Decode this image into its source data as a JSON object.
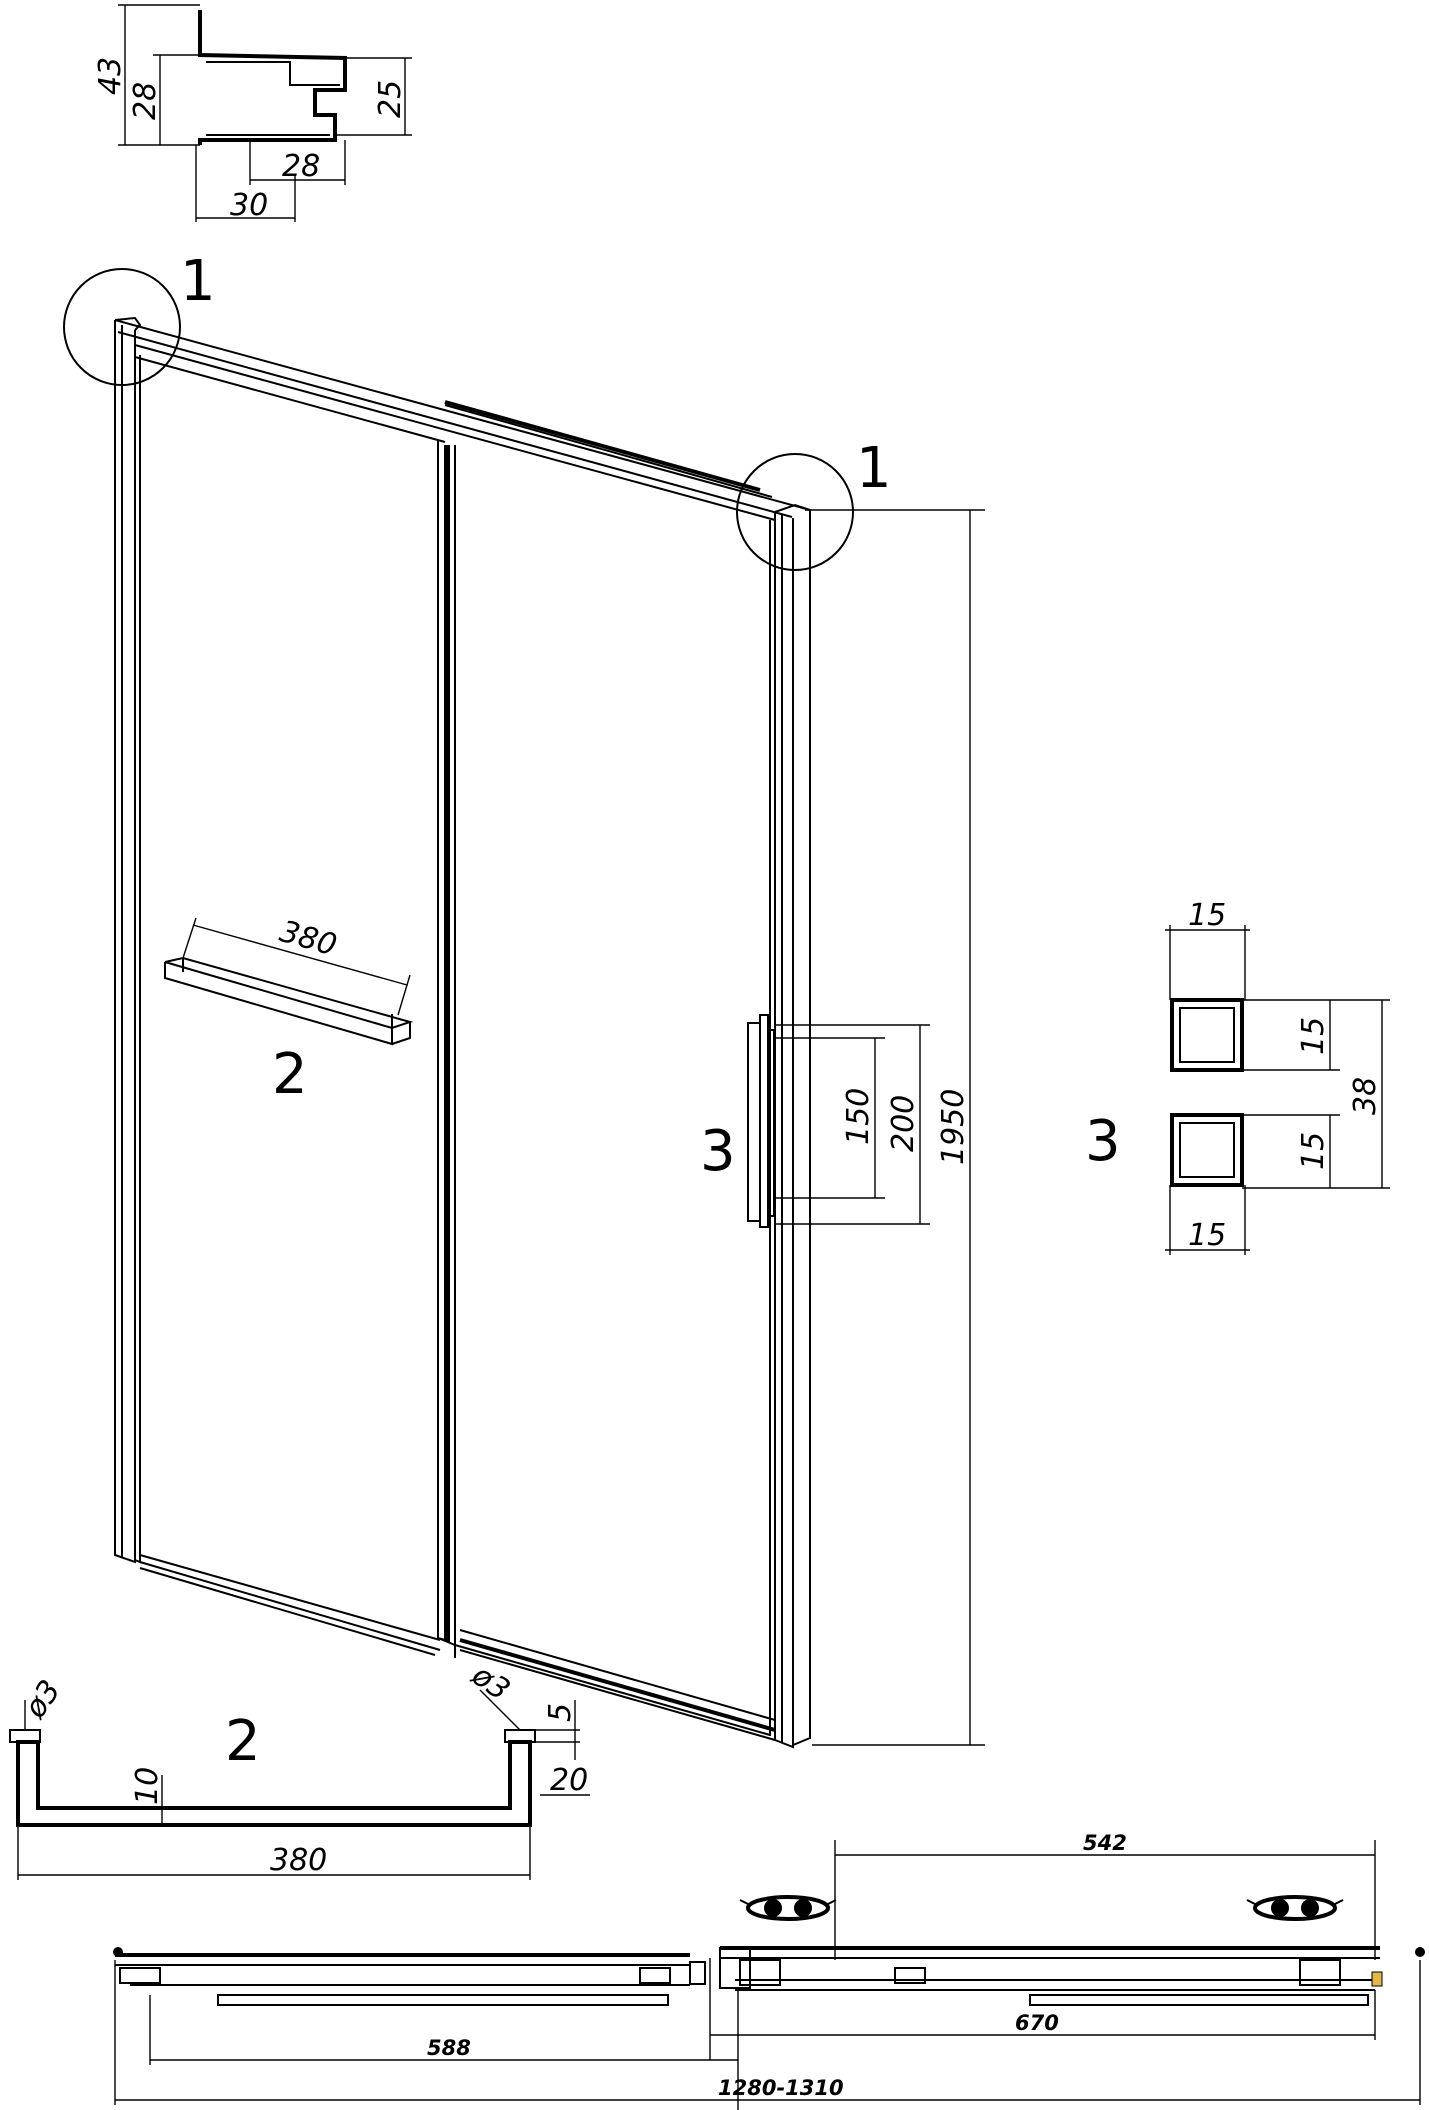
{
  "profile_detail": {
    "dims": [
      "43",
      "28",
      "25",
      "28",
      "30"
    ]
  },
  "door": {
    "callouts": [
      "1",
      "1",
      "2",
      "3"
    ],
    "dims": {
      "towel_bar_length": "380",
      "handle_inner": "150",
      "handle_outer": "200",
      "height": "1950"
    }
  },
  "handle_section": {
    "callout": "3",
    "dims": [
      "15",
      "15",
      "38",
      "15",
      "15"
    ]
  },
  "towel_bar_detail": {
    "callout": "2",
    "dims": {
      "left_dia": "ø3",
      "right_dia": "ø3",
      "five": "5",
      "twenty": "20",
      "ten": "10",
      "length": "380"
    }
  },
  "plan_view": {
    "dims": {
      "roller_spacing": "542",
      "left_width": "588",
      "right_width": "670",
      "total_width": "1280-1310"
    }
  }
}
